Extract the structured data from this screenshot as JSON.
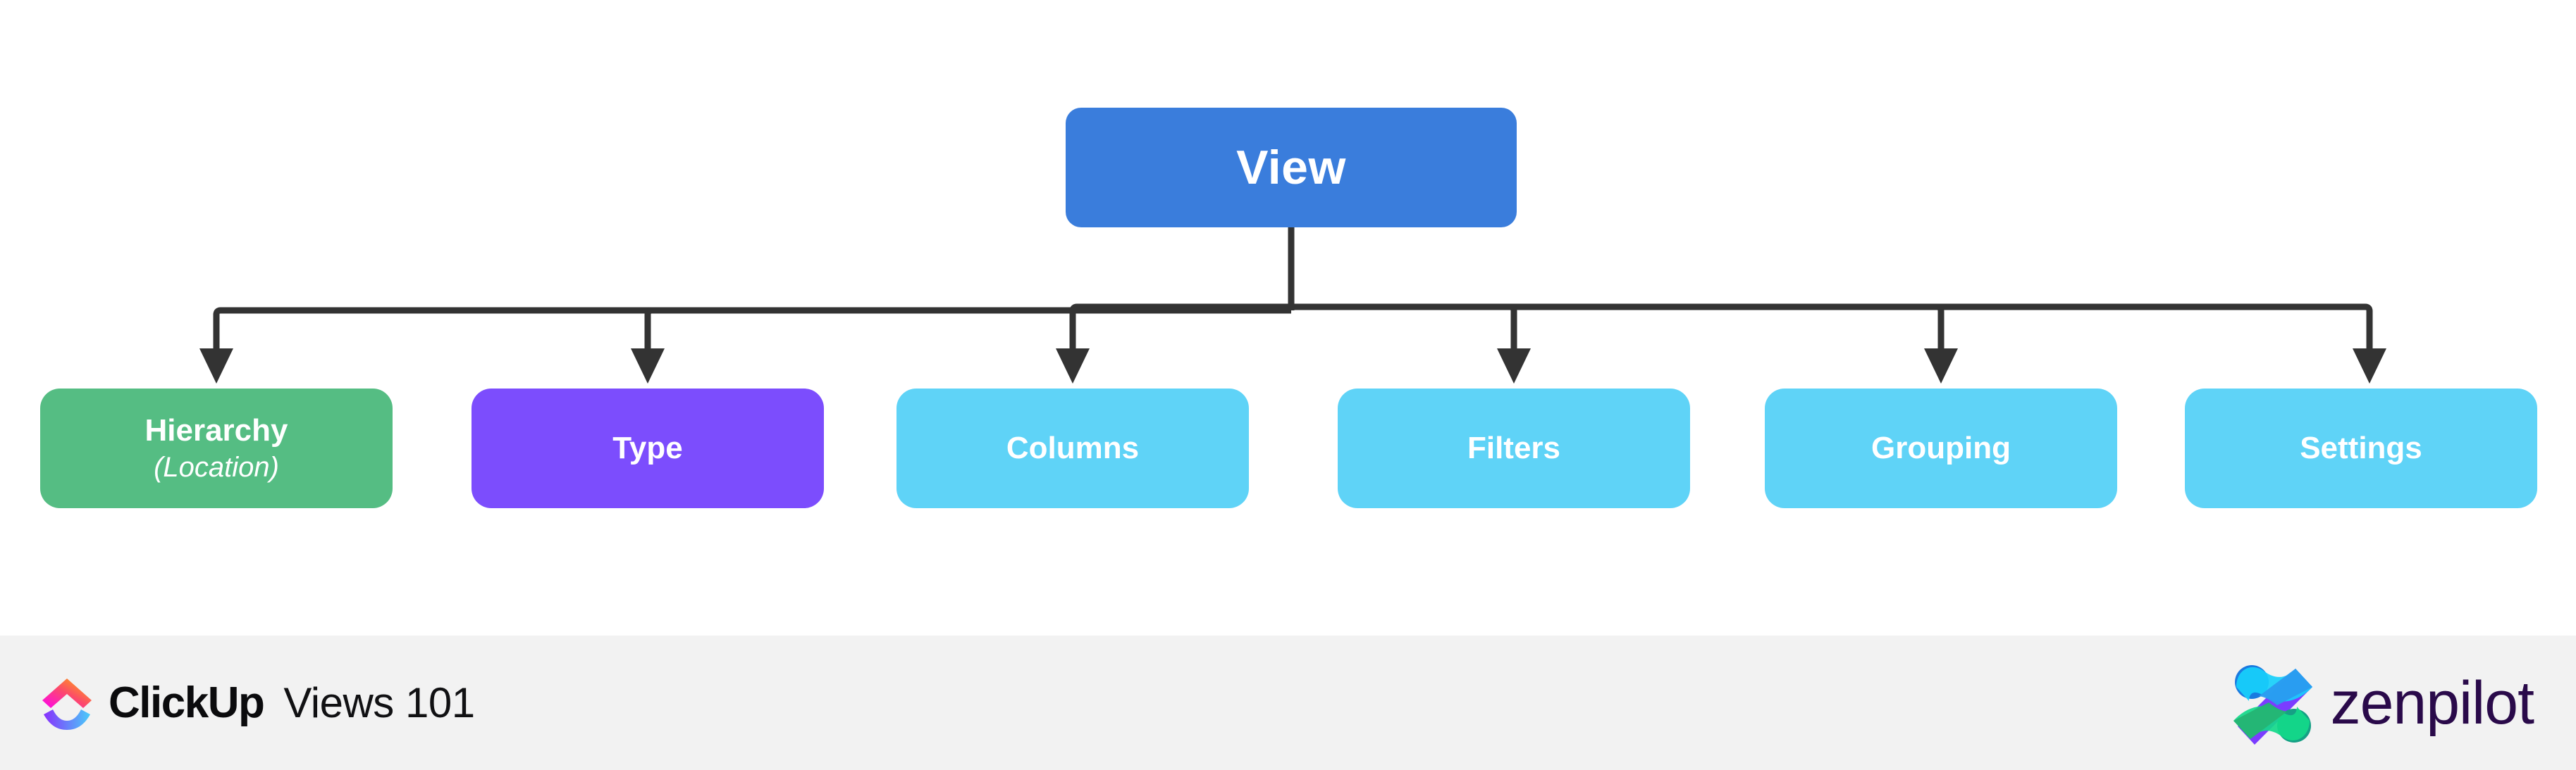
{
  "diagram": {
    "type": "tree",
    "root": {
      "label": "View",
      "color": "#3a7ddc",
      "text_color": "#ffffff"
    },
    "children": [
      {
        "label": "Hierarchy",
        "sublabel": "(Location)",
        "color": "#55bd83",
        "text_color": "#ffffff"
      },
      {
        "label": "Type",
        "sublabel": "",
        "color": "#7c4dfd",
        "text_color": "#ffffff"
      },
      {
        "label": "Columns",
        "sublabel": "",
        "color": "#5fd3f7",
        "text_color": "#ffffff"
      },
      {
        "label": "Filters",
        "sublabel": "",
        "color": "#5fd3f7",
        "text_color": "#ffffff"
      },
      {
        "label": "Grouping",
        "sublabel": "",
        "color": "#5fd3f7",
        "text_color": "#ffffff"
      },
      {
        "label": "Settings",
        "sublabel": "",
        "color": "#5fd3f7",
        "text_color": "#ffffff"
      }
    ],
    "connector_color": "#333333"
  },
  "footer": {
    "background": "#f2f2f2",
    "clickup_wordmark": "ClickUp",
    "deck_title": "Views 101",
    "zenpilot_wordmark": "zenpilot",
    "zenpilot_color": "#2a0a4a"
  }
}
